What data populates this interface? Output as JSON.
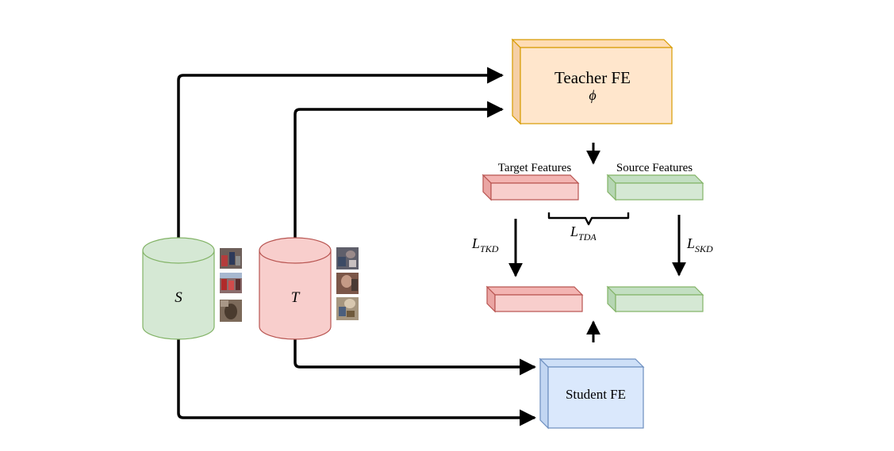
{
  "diagram": {
    "teacher": {
      "title": "Teacher FE",
      "symbol": "ϕ"
    },
    "student": {
      "title": "Student FE"
    },
    "source_db": {
      "label": "S"
    },
    "target_db": {
      "label": "T"
    },
    "feature_labels": {
      "target": "Target Features",
      "source": "Source Features"
    },
    "losses": {
      "tkd": {
        "base": "L",
        "sub": "TKD"
      },
      "tda": {
        "base": "L",
        "sub": "TDA"
      },
      "skd": {
        "base": "L",
        "sub": "SKD"
      }
    },
    "colors": {
      "teacher_fill": "#ffe6cc",
      "teacher_stroke": "#d79b00",
      "student_fill": "#dae8fc",
      "student_stroke": "#6c8ebf",
      "source_fill": "#d5e8d4",
      "source_stroke": "#82b366",
      "target_fill": "#f8cecc",
      "target_stroke": "#b85450"
    }
  }
}
